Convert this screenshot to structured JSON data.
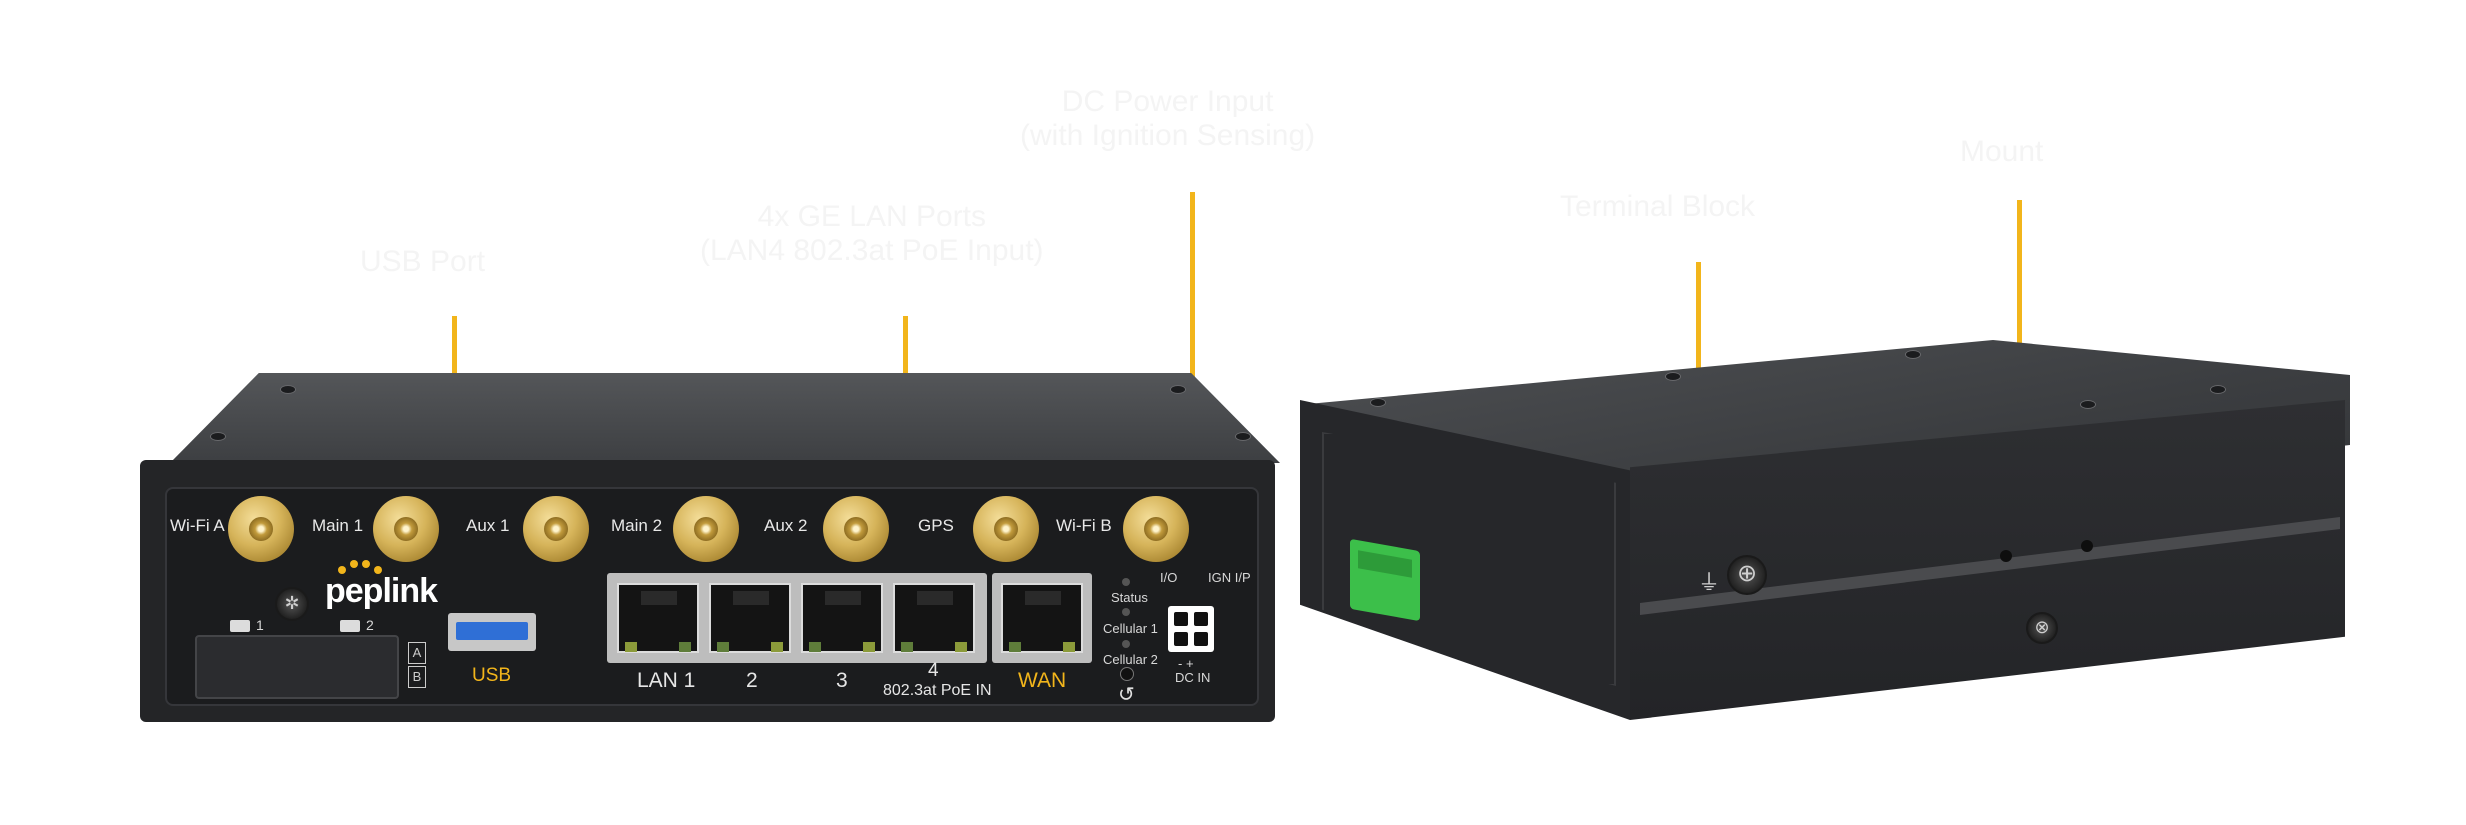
{
  "colors": {
    "accent": "#f2b51b",
    "device_body": "#242527",
    "callout_text": "#f4f4f4"
  },
  "callouts": {
    "usb": "USB Port",
    "lan": "4x GE LAN Ports\n(LAN4 802.3at PoE Input)",
    "power": "DC Power Input\n(with Ignition Sensing)",
    "side_top": "Terminal Block",
    "right_top": "Mount"
  },
  "front_panel": {
    "brand": "peplink",
    "antennas": [
      "Wi-Fi A",
      "Main 1",
      "Aux 1",
      "Main 2",
      "Aux 2",
      "GPS",
      "Wi-Fi B"
    ],
    "sim_slots": [
      "1",
      "2"
    ],
    "sim_select": [
      "A",
      "B"
    ],
    "usb_label": "USB",
    "lan_labels": [
      "LAN 1",
      "2",
      "3",
      "4"
    ],
    "poe_label": "802.3at PoE IN",
    "wan_label": "WAN",
    "led_labels": [
      "Status",
      "Cellular 1",
      "Cellular 2"
    ],
    "io_label": "I/O",
    "ign_label": "IGN I/P",
    "dc_polarity": "-  +",
    "dc_label": "DC IN"
  },
  "icons": [
    "screw-icon",
    "reset-icon",
    "ground-icon",
    "usb-icon",
    "ethernet-icon"
  ]
}
